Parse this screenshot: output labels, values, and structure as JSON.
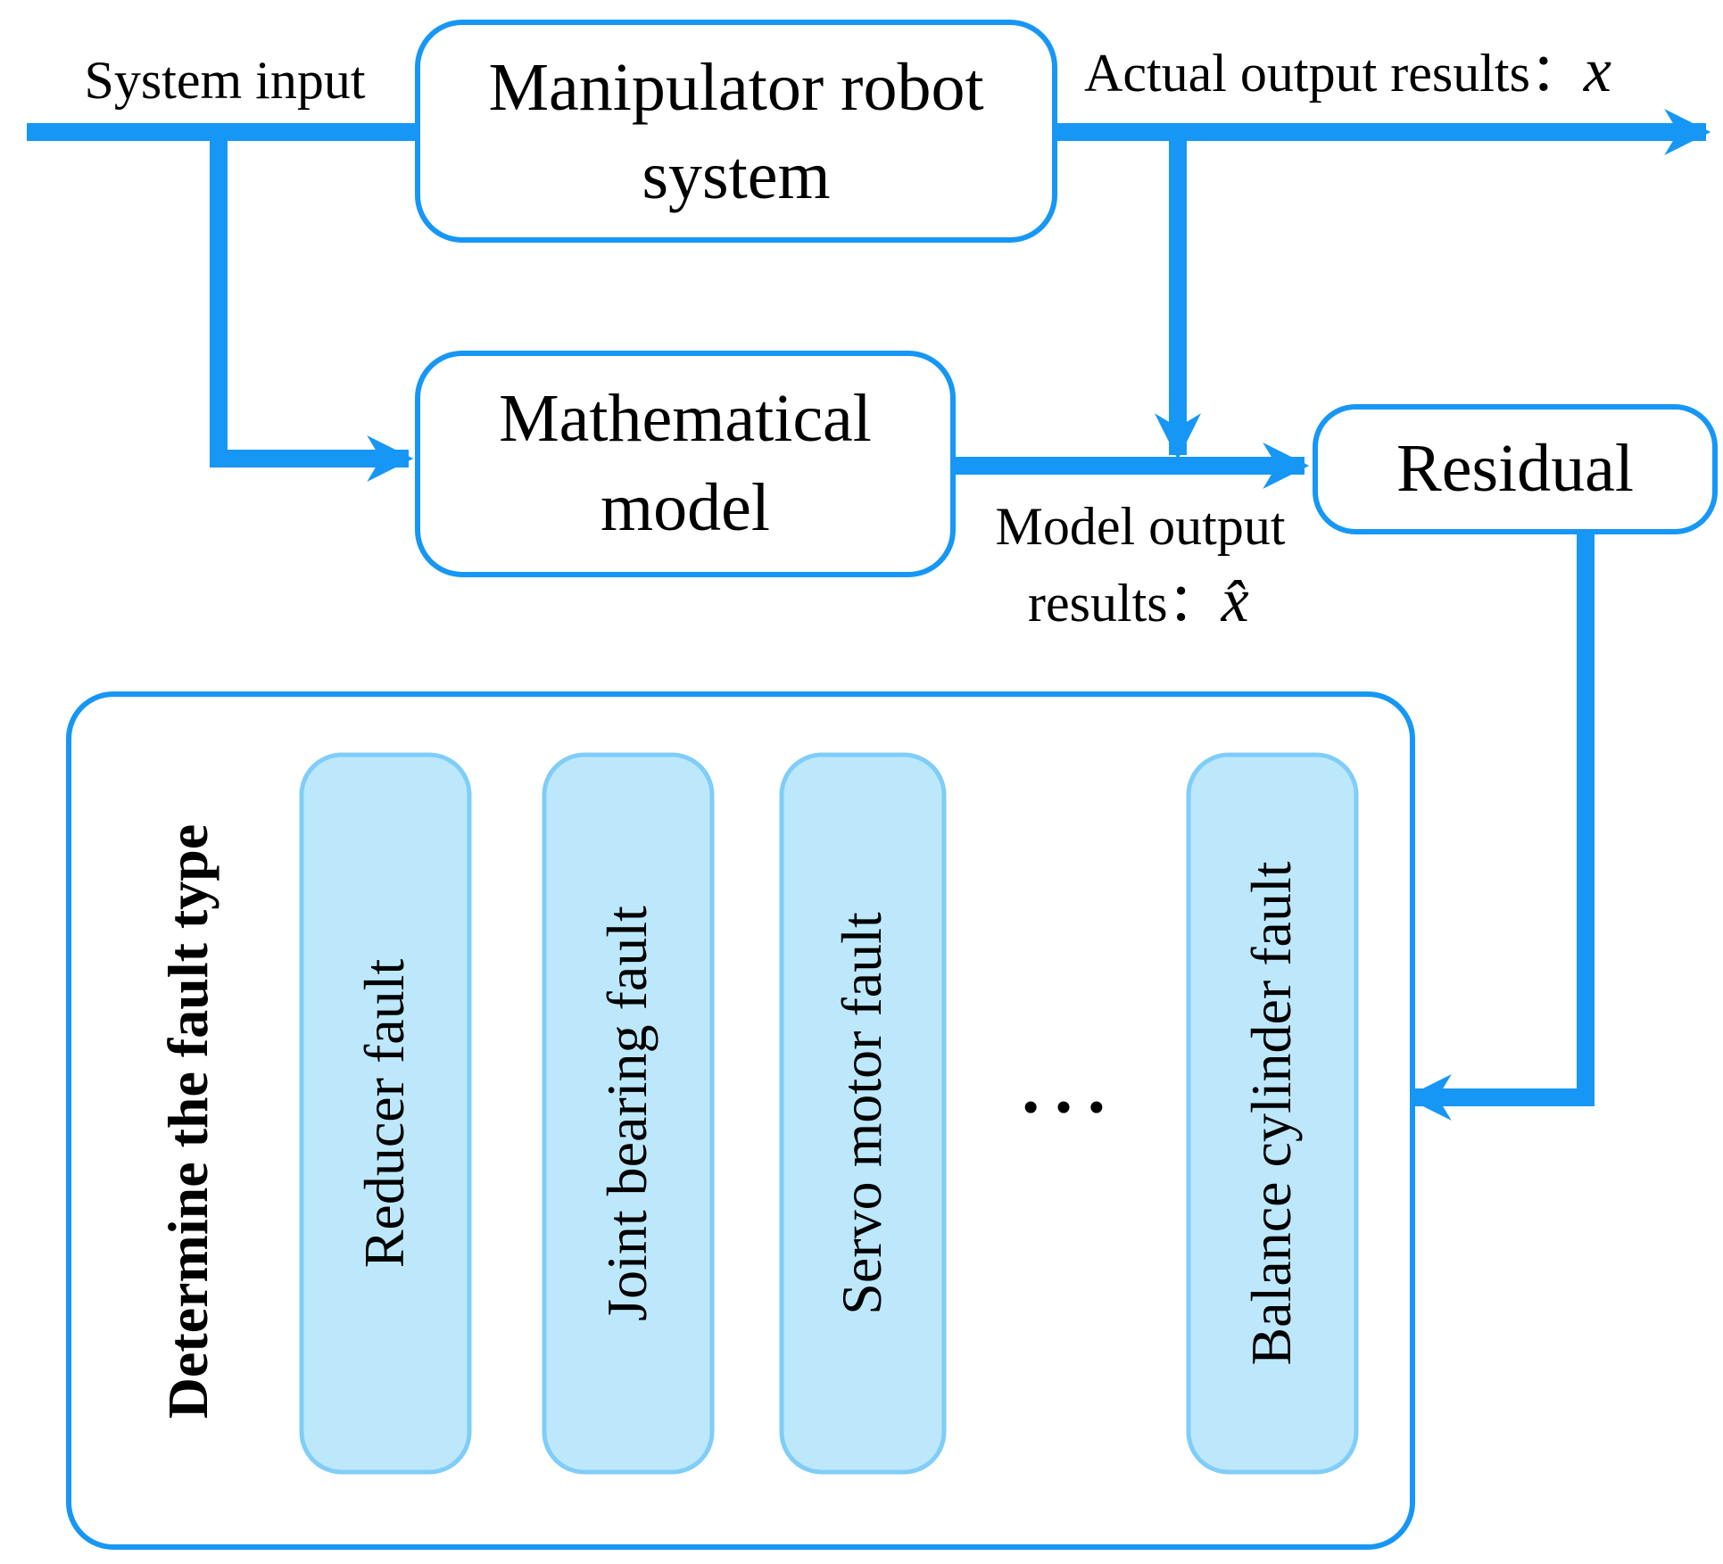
{
  "diagram": {
    "accent_color": "#1797F5",
    "fault_fill_color": "#BDE8FB",
    "fault_border_color": "#7FCDF8",
    "labels": {
      "system_input": "System input",
      "actual_output_prefix": "Actual output results：",
      "actual_output_symbol": "x",
      "model_output_line1": "Model output",
      "model_output_prefix": "results：",
      "model_output_symbol": "x̂"
    },
    "nodes": {
      "manipulator": {
        "line1": "Manipulator robot",
        "line2": "system"
      },
      "math_model": {
        "line1": "Mathematical",
        "line2": "model"
      },
      "residual": {
        "label": "Residual"
      }
    },
    "fault_panel": {
      "title": "Determine the fault type",
      "faults": [
        "Reducer fault",
        "Joint bearing fault",
        "Servo motor fault",
        "Balance cylinder fault"
      ],
      "ellipsis": "…"
    }
  }
}
